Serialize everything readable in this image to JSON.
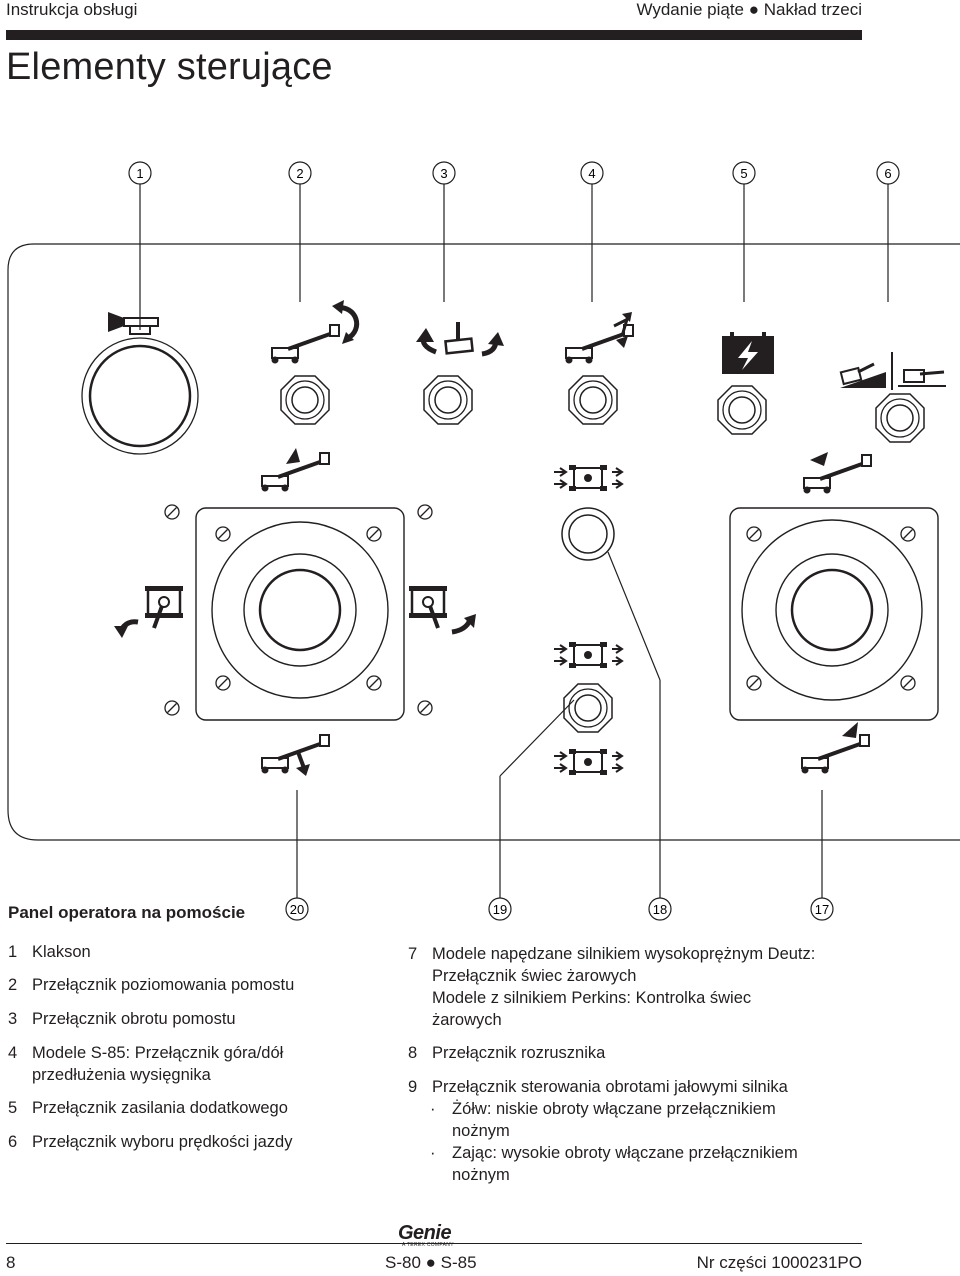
{
  "header": {
    "left": "Instrukcja obsługi",
    "right": "Wydanie piąte ● Nakład trzeci"
  },
  "title": "Elementy sterujące",
  "callouts": {
    "top": [
      "1",
      "2",
      "3",
      "4",
      "5",
      "6"
    ],
    "bottom": [
      "20",
      "19",
      "18",
      "17"
    ]
  },
  "panel_caption": "Panel operatora na pomoście",
  "left_list": [
    {
      "num": "1",
      "lines": [
        "Klakson"
      ]
    },
    {
      "num": "2",
      "lines": [
        "Przełącznik poziomowania pomostu"
      ]
    },
    {
      "num": "3",
      "lines": [
        "Przełącznik obrotu pomostu"
      ]
    },
    {
      "num": "4",
      "lines": [
        "Modele S-85: Przełącznik góra/dół",
        "przedłużenia wysięgnika"
      ]
    },
    {
      "num": "5",
      "lines": [
        "Przełącznik zasilania dodatkowego"
      ]
    },
    {
      "num": "6",
      "lines": [
        "Przełącznik wyboru prędkości jazdy"
      ]
    }
  ],
  "right_list": [
    {
      "num": "7",
      "lines": [
        "Modele napędzane silnikiem wysokoprężnym Deutz:",
        "Przełącznik świec żarowych",
        "Modele z silnikiem Perkins: Kontrolka świec",
        "żarowych"
      ]
    },
    {
      "num": "8",
      "lines": [
        "Przełącznik rozrusznika"
      ]
    },
    {
      "num": "9",
      "lines": [
        "Przełącznik sterowania obrotami jałowymi silnika"
      ]
    }
  ],
  "bullets": [
    {
      "mark": "·",
      "lines": [
        "Żółw: niskie obroty włączane przełącznikiem",
        "nożnym"
      ]
    },
    {
      "mark": "·",
      "lines": [
        "Zając: wysokie obroty włączane przełącznikiem",
        "nożnym"
      ]
    }
  ],
  "footer": {
    "page": "8",
    "models": "S-80 ● S-85",
    "part": "Nr części 1000231PO",
    "logo": "Genie",
    "logo_sub": "A TEREX COMPANY"
  }
}
